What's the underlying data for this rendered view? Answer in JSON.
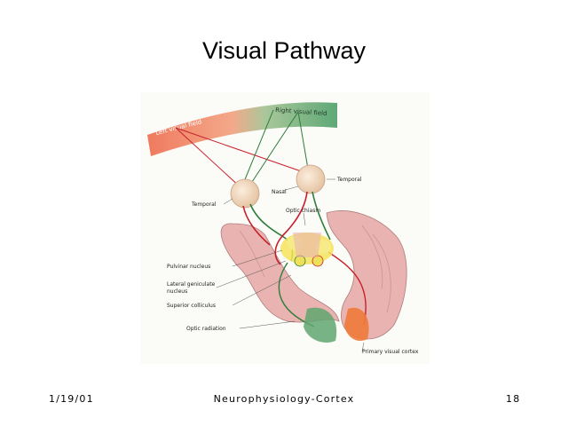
{
  "slide": {
    "title": "Visual Pathway"
  },
  "figure": {
    "fields": {
      "left": "Left visual field",
      "right": "Right visual field"
    },
    "labels": {
      "nasal": "Nasal",
      "temporal_right": "Temporal",
      "temporal_left": "Temporal",
      "optic_chiasm": "Optic chiasm",
      "pulvinar": "Pulvinar nucleus",
      "lgn_line1": "Lateral geniculate",
      "lgn_line2": "nucleus",
      "superior_colliculus": "Superior colliculus",
      "optic_radiation": "Optic radiation",
      "primary_visual_cortex": "Primary visual cortex"
    },
    "colors": {
      "left_field": "#f07a5e",
      "right_field": "#5ea877",
      "red_pathway": "#c8202a",
      "green_pathway": "#2f7d3a",
      "brain": "#e8b3b1",
      "eye": "#f0d6bd",
      "nucleus": "#f4e35a"
    }
  },
  "footer": {
    "date": "1/19/01",
    "center": "Neurophysiology-Cortex",
    "page": "18"
  }
}
